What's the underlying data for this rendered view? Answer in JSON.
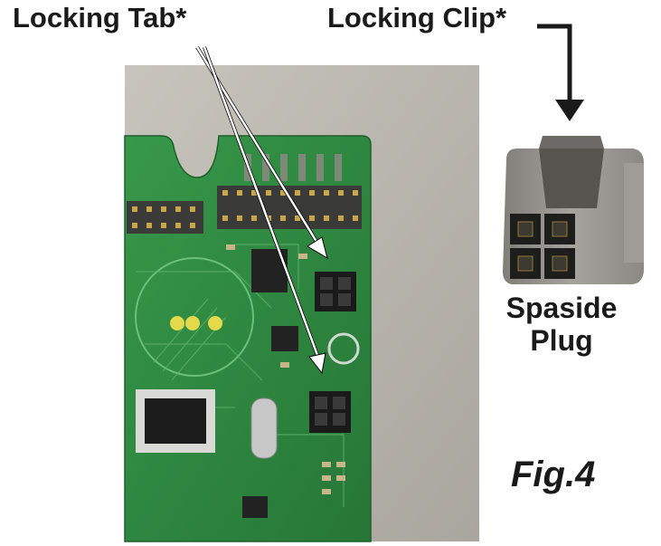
{
  "labels": {
    "locking_tab": "Locking Tab*",
    "locking_clip": "Locking Clip*",
    "plug_line1": "Spaside",
    "plug_line2": "Plug",
    "figure": "Fig.4"
  },
  "colors": {
    "background": "#ffffff",
    "text": "#1a1a1a",
    "photo_backdrop": "#b9b6ae",
    "pcb_green": "#2f8a3e",
    "plug_gray": "#8d8c87"
  }
}
